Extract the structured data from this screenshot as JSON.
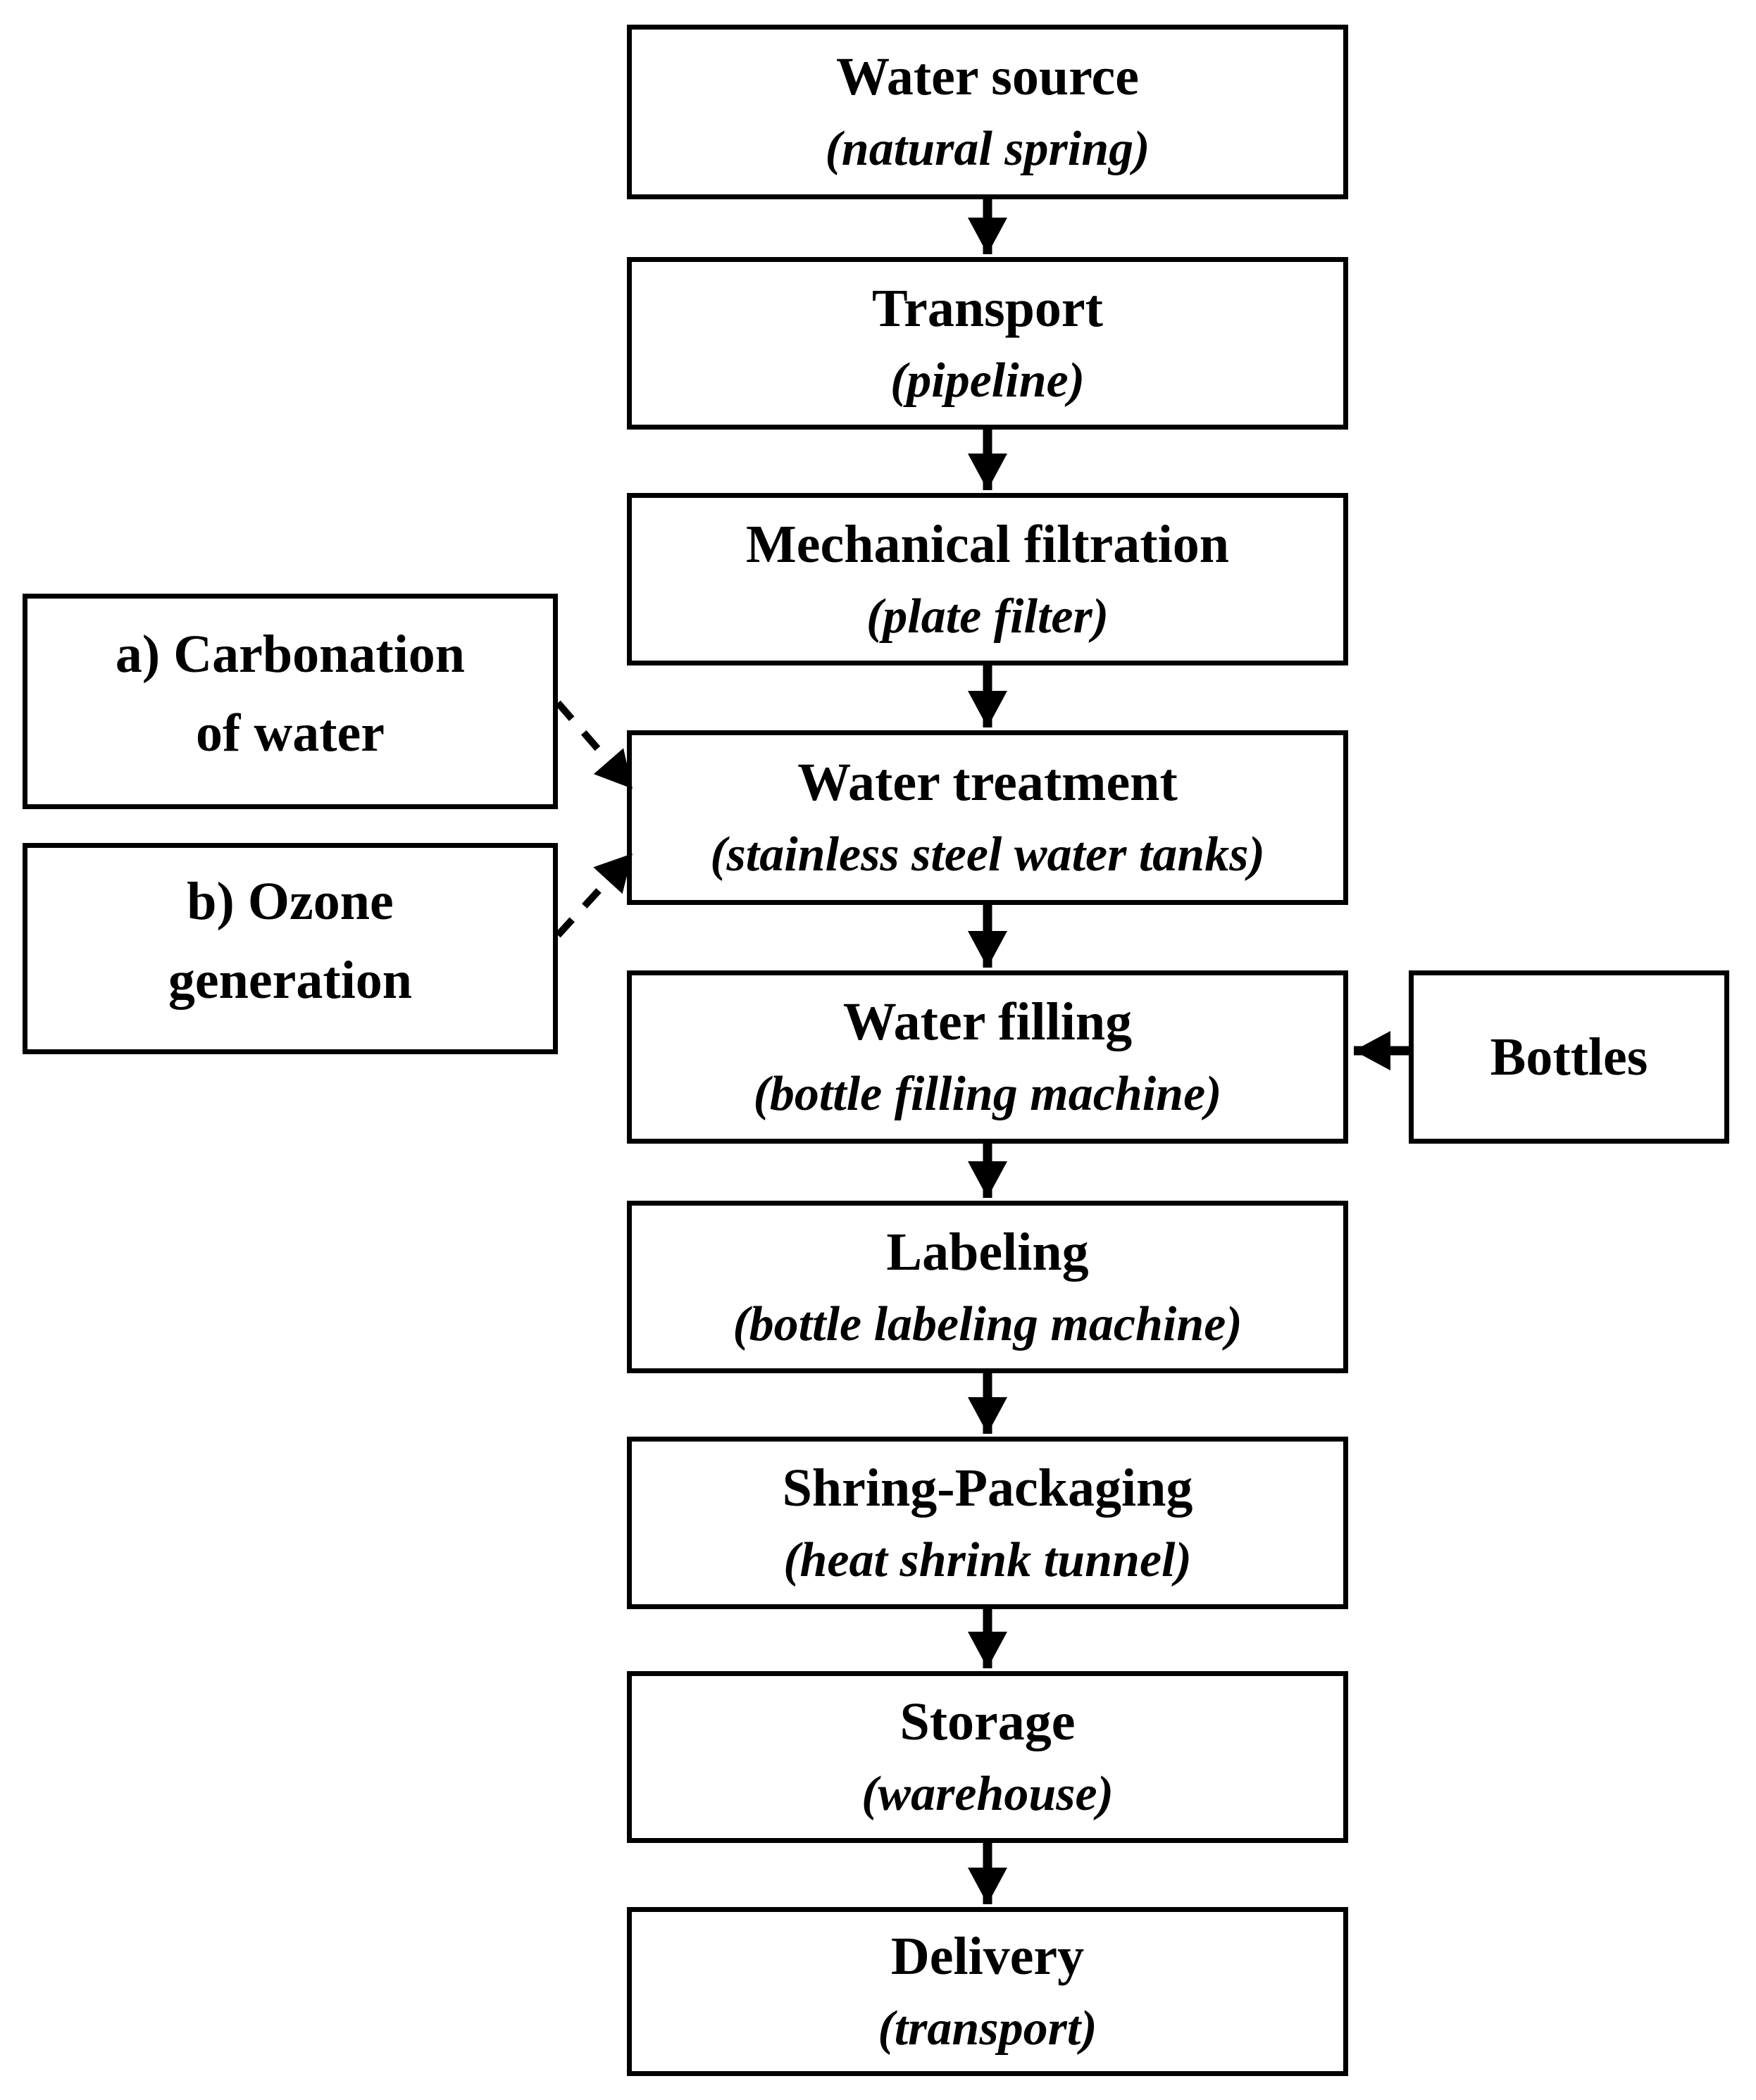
{
  "diagram": {
    "background_color": "#ffffff",
    "line_color": "#000000",
    "main_flow": [
      {
        "title": "Water source",
        "subtitle": "(natural spring)"
      },
      {
        "title": "Transport",
        "subtitle": "(pipeline)"
      },
      {
        "title": "Mechanical filtration",
        "subtitle": "(plate filter)"
      },
      {
        "title": "Water treatment",
        "subtitle": "(stainless steel water tanks)"
      },
      {
        "title": "Water filling",
        "subtitle": "(bottle filling machine)"
      },
      {
        "title": "Labeling",
        "subtitle": "(bottle labeling machine)"
      },
      {
        "title": "Shring-Packaging",
        "subtitle": "(heat shrink tunnel)"
      },
      {
        "title": "Storage",
        "subtitle": "(warehouse)"
      },
      {
        "title": "Delivery",
        "subtitle": "(transport)"
      }
    ],
    "side_inputs": [
      {
        "line1": "a) Carbonation",
        "line2": "of water"
      },
      {
        "line1": "b) Ozone",
        "line2": "generation"
      },
      {
        "label": "Bottles"
      }
    ],
    "edges": [
      {
        "from": "Water source",
        "to": "Transport",
        "style": "solid"
      },
      {
        "from": "Transport",
        "to": "Mechanical filtration",
        "style": "solid"
      },
      {
        "from": "Mechanical filtration",
        "to": "Water treatment",
        "style": "solid"
      },
      {
        "from": "Water treatment",
        "to": "Water filling",
        "style": "solid"
      },
      {
        "from": "Water filling",
        "to": "Labeling",
        "style": "solid"
      },
      {
        "from": "Labeling",
        "to": "Shring-Packaging",
        "style": "solid"
      },
      {
        "from": "Shring-Packaging",
        "to": "Storage",
        "style": "solid"
      },
      {
        "from": "Storage",
        "to": "Delivery",
        "style": "solid"
      },
      {
        "from": "a) Carbonation of water",
        "to": "Water treatment",
        "style": "dashed"
      },
      {
        "from": "b) Ozone generation",
        "to": "Water treatment",
        "style": "dashed"
      },
      {
        "from": "Bottles",
        "to": "Water filling",
        "style": "solid"
      }
    ]
  }
}
